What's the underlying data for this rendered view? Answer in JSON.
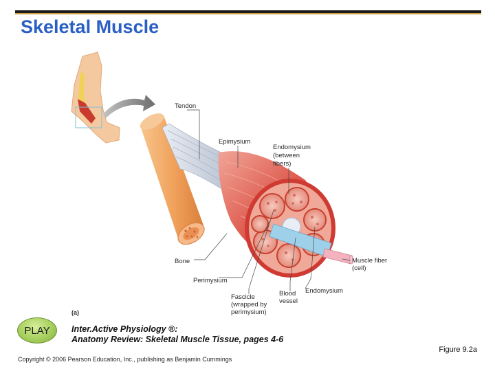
{
  "title": "Skeletal Muscle",
  "diagram": {
    "panel_letter": "(a)",
    "labels": {
      "tendon": "Tendon",
      "epimysium": "Epimysium",
      "endomysium_between": [
        "Endomysium",
        "(between",
        "fibers)"
      ],
      "bone": "Bone",
      "perimysium": "Perimysium",
      "fascicle": [
        "Fascicle",
        "(wrapped by",
        "perimysium)"
      ],
      "blood_vessel": [
        "Blood",
        "vessel"
      ],
      "endomysium": "Endomysium",
      "muscle_fiber": [
        "Muscle fiber",
        "(cell)"
      ]
    }
  },
  "play_label": "PLAY",
  "reference": {
    "line1": "Inter.Active Physiology ®:",
    "line2": "Anatomy Review: Skeletal Muscle Tissue, pages 4-6"
  },
  "figure_number": "Figure 9.2a",
  "copyright": "Copyright © 2006 Pearson Education, Inc., publishing as Benjamin Cummings",
  "colors": {
    "title": "#2a5fc4",
    "muscle": "#d9534a",
    "bone": "#f2a865",
    "skin": "#f5c9a0"
  }
}
